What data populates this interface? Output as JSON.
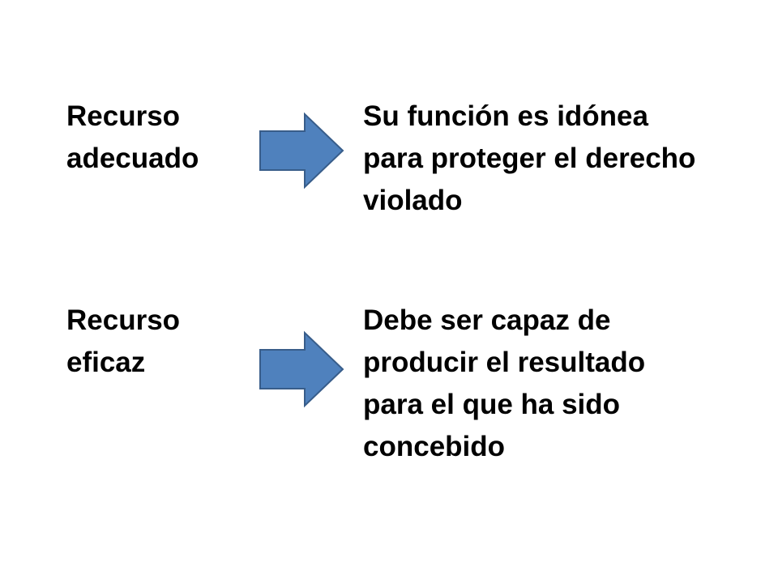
{
  "colors": {
    "arrow_fill": "#4f81bd",
    "arrow_stroke": "#385d8a",
    "text": "#000000",
    "background": "#ffffff"
  },
  "rows": [
    {
      "term": "Recurso\nadecuado",
      "arrow_icon": "arrow-right-icon",
      "definition": "Su función es idónea\npara proteger el derecho\nviolado"
    },
    {
      "term": "Recurso\neficaz",
      "arrow_icon": "arrow-right-icon",
      "definition": "Debe ser capaz de\nproducir el resultado\npara el que ha sido\nconcebido"
    }
  ]
}
